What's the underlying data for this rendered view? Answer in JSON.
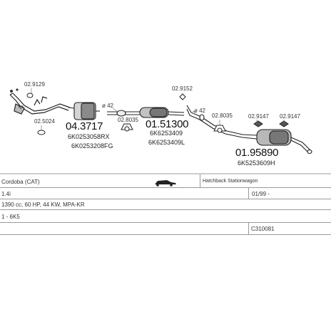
{
  "parts": {
    "p1_num": "02.9129",
    "p2_num": "02.5024",
    "p3_num": "04.3717",
    "p3_oe1": "6K0253058RX",
    "p3_oe2": "6K0253208FG",
    "p4_dim": "ø 42",
    "p5_num": "02.8035",
    "p6_num": "01.51300",
    "p6_oe1": "6K6253409",
    "p6_oe2": "6K6253409L",
    "p7_num": "02.9152",
    "p8_dim": "ø 42",
    "p9_num": "02.8035",
    "p10_num": "02.9147",
    "p11_num": "02.9147",
    "p12_num": "01.95890",
    "p12_oe": "6K5253609H"
  },
  "vehicle": {
    "model": "Cordoba (CAT)",
    "body": "Hatchback Stationwagon",
    "engine": "1.4i",
    "year": "01/99 -",
    "spec": "1390 cc, 60 HP, 44 KW, MPA-KR",
    "code_label": "1 - 6K5",
    "ref": "C310081"
  },
  "colors": {
    "line": "#222222",
    "shade": "#555555",
    "grid": "#9a9a9a"
  }
}
